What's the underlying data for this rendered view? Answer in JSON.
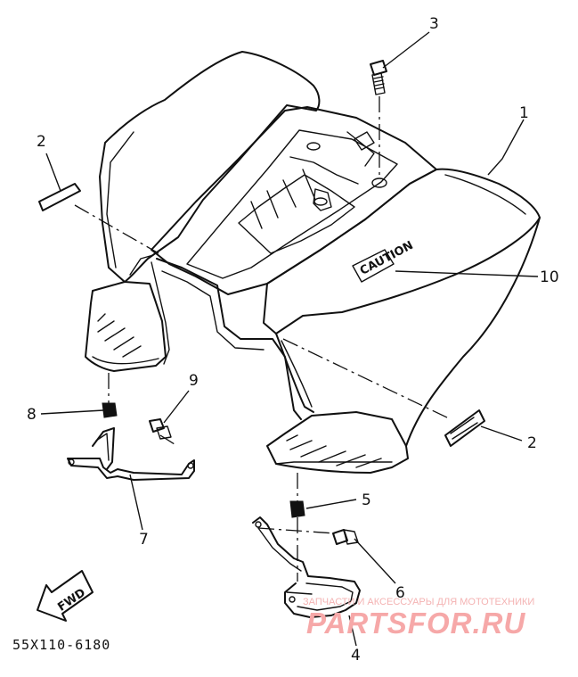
{
  "diagram": {
    "code": "55X110-6180",
    "fwd_label": "FWD",
    "callouts": {
      "fender": "1",
      "decal_left": "2",
      "decal_right": "2",
      "bolt_top": "3",
      "bracket_right": "4",
      "grommet_right": "5",
      "bolt_right": "6",
      "bracket_left": "7",
      "grommet_left": "8",
      "bolt_left": "9",
      "label_plate": "10"
    }
  },
  "watermark": {
    "subtitle": "ЗАПЧАСТИ И АКСЕССУАРЫ ДЛЯ МОТОТЕХНИКИ",
    "brand": "PARTSFOR.RU",
    "color": "#f6a8a8"
  },
  "colors": {
    "ink": "#111111",
    "background": "#ffffff"
  }
}
